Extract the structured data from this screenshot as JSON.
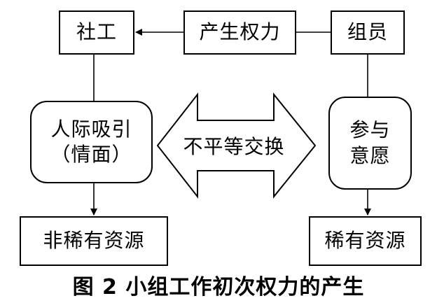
{
  "nodes": {
    "shegong": "社工",
    "chansheng_quanli": "产生权力",
    "zuyuan": "组员",
    "renji_line1": "人际吸引",
    "renji_line2": "（情面）",
    "canyu_line1": "参与",
    "canyu_line2": "意愿",
    "fei_xiyou_ziyuan": "非稀有资源",
    "xiyou_ziyuan": "稀有资源"
  },
  "exchange_label": "不平等交换",
  "caption": "图 2 小组工作初次权力的产生",
  "colors": {
    "stroke": "#000000",
    "background": "#ffffff",
    "text": "#000000"
  }
}
